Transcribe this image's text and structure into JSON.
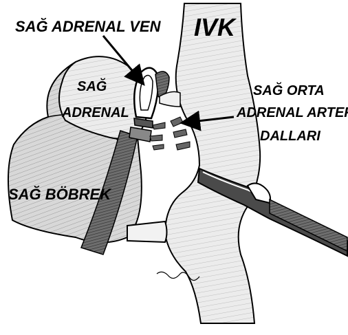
{
  "labels": {
    "right_adrenal_vein": "SAĞ ADRENAL VEN",
    "ivc": "IVK",
    "right_adrenal_line1": "SAĞ",
    "right_adrenal_line2": "ADRENAL",
    "middle_adrenal_line1": "SAĞ ORTA",
    "middle_adrenal_line2": "ADRENAL ARTER",
    "middle_adrenal_line3": "DALLARI",
    "right_kidney": "SAĞ BÖBREK"
  },
  "colors": {
    "ink": "#000000",
    "paper": "#ffffff",
    "organ_shade": "#d6d6d6",
    "vessel_shade": "#e6e6e6",
    "dark_shade": "#555555"
  }
}
